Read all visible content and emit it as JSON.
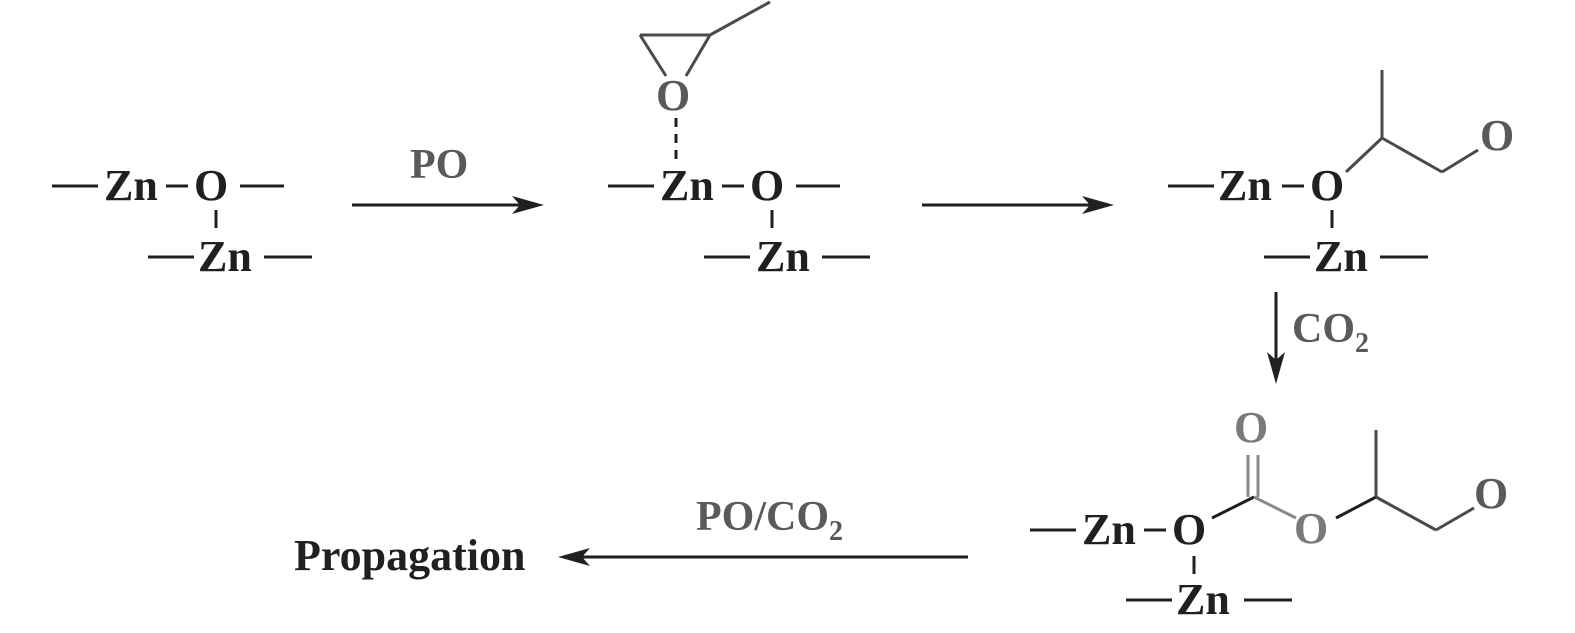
{
  "atoms": {
    "zinc": "Zn",
    "oxygen": "O",
    "carbonyl_oxygen": "O",
    "ester_oxygen": "O",
    "terminal_oxygen": "O"
  },
  "reagents": {
    "step1": "PO",
    "step3_base": "CO",
    "step3_sub": "2",
    "step4_base": "PO/CO",
    "step4_sub": "2"
  },
  "product_label": "Propagation",
  "colors": {
    "dark": "#231f20",
    "gray": "#5a5a5a",
    "light_gray": "#7a7a7a"
  }
}
